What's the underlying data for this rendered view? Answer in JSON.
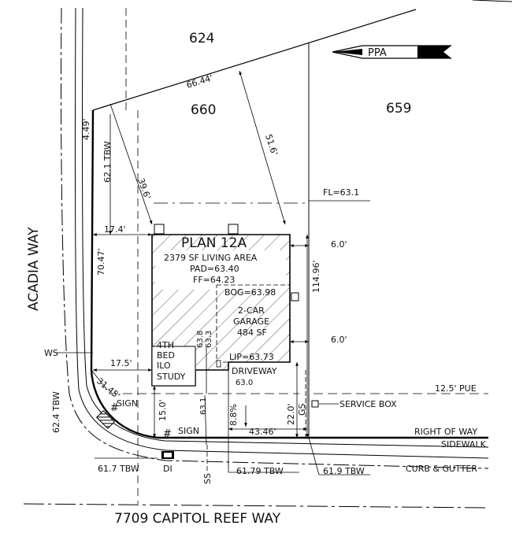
{
  "lots": {
    "north": "624",
    "subject": "660",
    "east": "659"
  },
  "north_arrow": "PPA",
  "streets": {
    "west": "ACADIA WAY",
    "south": "7709 CAPITOL REEF WAY"
  },
  "plan": {
    "title": "PLAN 12A",
    "living_area": "2379 SF LIVING AREA",
    "pad": "PAD=63.40",
    "ff": "FF=64.23",
    "bog": "BOG=63.98",
    "garage_line1": "2-CAR",
    "garage_line2": "GARAGE",
    "garage_area": "484 SF",
    "lip": "LIP=63.73",
    "room_line1": "4TH",
    "room_line2": "BED",
    "room_line3": "ILO",
    "room_line4": "STUDY",
    "driveway": "DRIVEWAY",
    "driveway_elev": "63.0"
  },
  "dimensions": {
    "north_line": "66.44'",
    "west_short": "4.49'",
    "diag_left": "39.6'",
    "diag_right": "51.6'",
    "west_setback": "17.4'",
    "depth_left": "70.47'",
    "east_setback_top": "6.0'",
    "east_depth": "114.96'",
    "east_setback_bottom": "6.0'",
    "south_setback": "17.5'",
    "curve": "31.45'",
    "garage_setback": "15.0'",
    "drive_slope": "8.8%",
    "east_front": "22.0'",
    "frontage": "43.46'",
    "pue": "12.5' PUE"
  },
  "elevations": {
    "tbw_upper": "62.1 TBW",
    "tbw_west": "62.4 TBW",
    "fl": "FL=63.1",
    "e1": "63.8",
    "e2": "63.3",
    "e3": "63.1",
    "tbw_a": "61.7 TBW",
    "tbw_b": "61.79 TBW",
    "tbw_c": "61.9 TBW"
  },
  "labels": {
    "ws": "WS",
    "sign1": "SIGN",
    "sign2": "SIGN",
    "di": "DI",
    "ss": "SS",
    "gs": "GS",
    "service_box": "SERVICE BOX",
    "right_of_way": "RIGHT OF WAY",
    "sidewalk": "SIDEWALK",
    "curb": "CURB & GUTTER"
  }
}
